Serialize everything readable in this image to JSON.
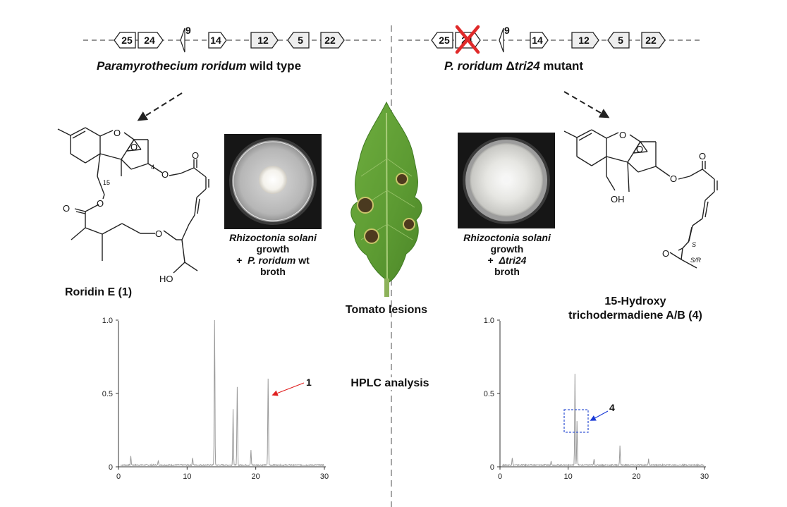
{
  "left_panel": {
    "genes": [
      "25",
      "24",
      "9",
      "14",
      "12",
      "5",
      "22"
    ],
    "caption_italic": "Paramyrothecium roridum",
    "caption_plain": " wild type",
    "compound": "Roridin E (1)",
    "atom_labels": {
      "o": "O",
      "ho": "HO",
      "c15": "15",
      "c4": "4"
    },
    "plate_caption": {
      "species": "Rhizoctonia solani",
      "growth": "growth",
      "plus": "+",
      "strain": "P. roridum",
      "strain_suffix": " wt",
      "broth": "broth"
    }
  },
  "right_panel": {
    "genes": [
      "25",
      "24",
      "9",
      "14",
      "12",
      "5",
      "22"
    ],
    "caption_italic": "P. roridum",
    "caption_delta": " Δ",
    "caption_gene": "tri24",
    "caption_plain": " mutant",
    "compound_line1": "15-Hydroxy",
    "compound_line2": "trichodermadiene A/B (4)",
    "atom_labels": {
      "o": "O",
      "oh": "OH",
      "s": "S",
      "sr": "S/R"
    },
    "plate_caption": {
      "species": "Rhizoctonia solani",
      "growth": "growth",
      "plus": "+",
      "strain": "Δtri24",
      "broth": "broth"
    }
  },
  "center": {
    "leaf_caption": "Tomato lesions",
    "hplc_caption": "HPLC analysis"
  },
  "colors": {
    "left_arrow": "#e02020",
    "right_arrow": "#1a3ad6",
    "knockout_x": "#e02a2a",
    "trace": "#9a9a9a",
    "box": "#3a5bd6"
  },
  "chart_data": [
    {
      "type": "line",
      "xlim": [
        0,
        30
      ],
      "ylim": [
        0,
        1.0
      ],
      "x_ticks": [
        "0",
        "10",
        "20",
        "30"
      ],
      "y_ticks": [
        "0",
        "0.5",
        "1.0"
      ],
      "peaks": [
        {
          "x": 1.8,
          "y": 0.06
        },
        {
          "x": 5.8,
          "y": 0.03
        },
        {
          "x": 10.8,
          "y": 0.05
        },
        {
          "x": 14.0,
          "y": 1.0
        },
        {
          "x": 16.7,
          "y": 0.38
        },
        {
          "x": 17.3,
          "y": 0.53
        },
        {
          "x": 19.3,
          "y": 0.1
        },
        {
          "x": 21.8,
          "y": 0.59
        }
      ],
      "annotation": {
        "label": "1",
        "x": 21.8,
        "y": 0.59
      }
    },
    {
      "type": "line",
      "xlim": [
        0,
        30
      ],
      "ylim": [
        0,
        1.0
      ],
      "x_ticks": [
        "0",
        "10",
        "20",
        "30"
      ],
      "y_ticks": [
        "0",
        "0.5",
        "1.0"
      ],
      "peaks": [
        {
          "x": 1.8,
          "y": 0.05
        },
        {
          "x": 7.5,
          "y": 0.03
        },
        {
          "x": 11.0,
          "y": 0.62
        },
        {
          "x": 11.3,
          "y": 0.3
        },
        {
          "x": 13.8,
          "y": 0.04
        },
        {
          "x": 17.6,
          "y": 0.13
        },
        {
          "x": 21.8,
          "y": 0.04
        }
      ],
      "annotation": {
        "label": "4",
        "x": 11.3,
        "y": 0.32
      }
    }
  ]
}
